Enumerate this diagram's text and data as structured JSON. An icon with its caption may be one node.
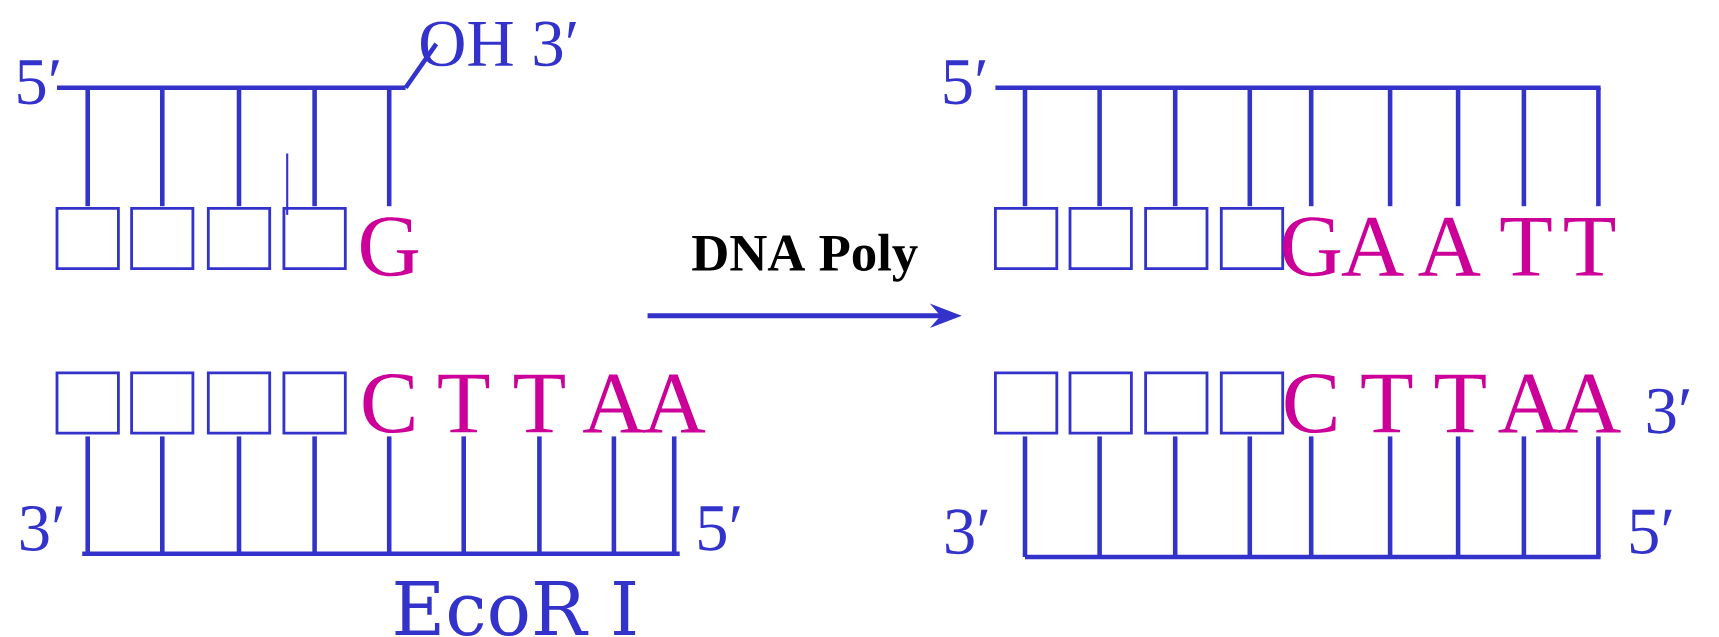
{
  "diagram": {
    "nodes": [
      {
        "text": [],
        "shape": "picture"
      },
      {
        "text": [],
        "shape": "picture"
      }
    ],
    "edges": [
      {
        "from": 0,
        "to": 1,
        "arrow": "to",
        "label": "DNA Poly"
      }
    ],
    "labels": [
      "5′",
      "OH 3′",
      "G",
      "C",
      "T",
      "T",
      "A",
      "A",
      "3′",
      "5′",
      "EcoR Ⅰ",
      "5′",
      "G",
      "A",
      "A",
      "T",
      "T",
      "C",
      "T",
      "T",
      "A",
      "A",
      "3′",
      "3′",
      "5′"
    ]
  }
}
